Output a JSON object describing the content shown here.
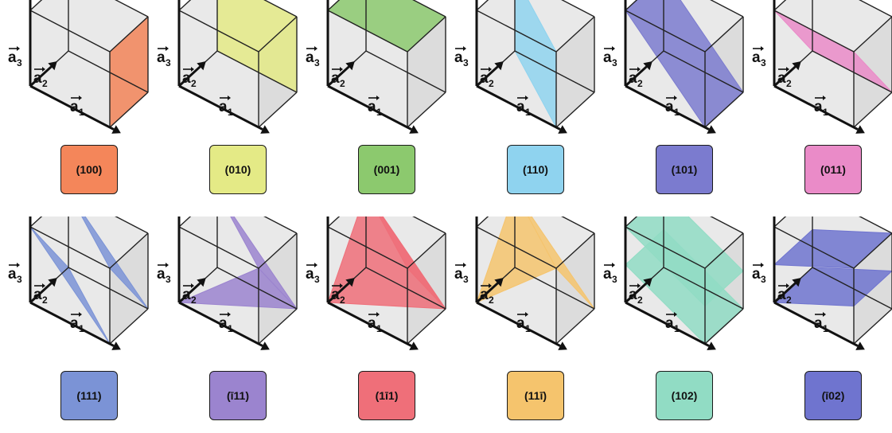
{
  "axes": {
    "a1": "a",
    "a1_sub": "1",
    "a2": "a",
    "a2_sub": "2",
    "a3": "a",
    "a3_sub": "3"
  },
  "planes": [
    {
      "label": "(100)",
      "color": "#f4865a",
      "planes": [
        [
          [
            1,
            0,
            0
          ],
          [
            1,
            1,
            0
          ],
          [
            1,
            1,
            1
          ],
          [
            1,
            0,
            1
          ]
        ]
      ]
    },
    {
      "label": "(010)",
      "color": "#e4ea86",
      "planes": [
        [
          [
            0,
            1,
            0
          ],
          [
            1,
            1,
            0
          ],
          [
            1,
            1,
            1
          ],
          [
            0,
            1,
            1
          ]
        ]
      ]
    },
    {
      "label": "(001)",
      "color": "#8cc96e",
      "planes": [
        [
          [
            0,
            0,
            1
          ],
          [
            1,
            0,
            1
          ],
          [
            1,
            1,
            1
          ],
          [
            0,
            1,
            1
          ]
        ]
      ]
    },
    {
      "label": "(110)",
      "color": "#8fd3ef",
      "planes": [
        [
          [
            1,
            0,
            0
          ],
          [
            0,
            1,
            0
          ],
          [
            0,
            1,
            1
          ],
          [
            1,
            0,
            1
          ]
        ]
      ]
    },
    {
      "label": "(101)",
      "color": "#7b7bcf",
      "planes": [
        [
          [
            1,
            0,
            0
          ],
          [
            1,
            1,
            0
          ],
          [
            0,
            1,
            1
          ],
          [
            0,
            0,
            1
          ]
        ]
      ]
    },
    {
      "label": "(011)",
      "color": "#ea8bc8",
      "planes": [
        [
          [
            0,
            1,
            0
          ],
          [
            1,
            1,
            0
          ],
          [
            1,
            0,
            1
          ],
          [
            0,
            0,
            1
          ]
        ]
      ]
    },
    {
      "label": "(111)",
      "color": "#7b93d6",
      "planes": [
        [
          [
            1,
            0,
            0
          ],
          [
            0,
            1,
            0
          ],
          [
            0,
            0,
            1
          ]
        ],
        [
          [
            1,
            1,
            0
          ],
          [
            0,
            1,
            1
          ],
          [
            1,
            0,
            1
          ]
        ]
      ]
    },
    {
      "label": "(ī11)",
      "color": "#9b84cf",
      "planes": [
        [
          [
            0,
            0,
            0
          ],
          [
            1,
            1,
            0
          ],
          [
            1,
            0,
            1
          ]
        ],
        [
          [
            0,
            1,
            1
          ],
          [
            1,
            1,
            0
          ],
          [
            1,
            0,
            1
          ]
        ]
      ]
    },
    {
      "label": "(1ī1)",
      "color": "#ef6f79",
      "planes": [
        [
          [
            0,
            0,
            0
          ],
          [
            1,
            1,
            0
          ],
          [
            0,
            1,
            1
          ]
        ],
        [
          [
            1,
            0,
            1
          ],
          [
            1,
            1,
            0
          ],
          [
            0,
            1,
            1
          ]
        ]
      ]
    },
    {
      "label": "(11ī)",
      "color": "#f5c46d",
      "planes": [
        [
          [
            0,
            0,
            0
          ],
          [
            1,
            0,
            1
          ],
          [
            0,
            1,
            1
          ]
        ],
        [
          [
            1,
            1,
            0
          ],
          [
            1,
            0,
            1
          ],
          [
            0,
            1,
            1
          ]
        ]
      ]
    },
    {
      "label": "(102)",
      "color": "#91dcc4",
      "planes": [
        [
          [
            0,
            0,
            0.5
          ],
          [
            0,
            1,
            0.5
          ],
          [
            1,
            1,
            0
          ],
          [
            1,
            0,
            0
          ]
        ],
        [
          [
            0,
            0,
            1
          ],
          [
            0,
            1,
            1
          ],
          [
            1,
            1,
            0.5
          ],
          [
            1,
            0,
            0.5
          ]
        ]
      ]
    },
    {
      "label": "(ī02)",
      "color": "#6f74cf",
      "planes": [
        [
          [
            0,
            0,
            0.5
          ],
          [
            0,
            1,
            0.5
          ],
          [
            1,
            1,
            1
          ],
          [
            1,
            0,
            1
          ]
        ],
        [
          [
            0,
            0,
            0
          ],
          [
            0,
            1,
            0
          ],
          [
            1,
            1,
            0.5
          ],
          [
            1,
            0,
            0.5
          ]
        ]
      ]
    }
  ]
}
